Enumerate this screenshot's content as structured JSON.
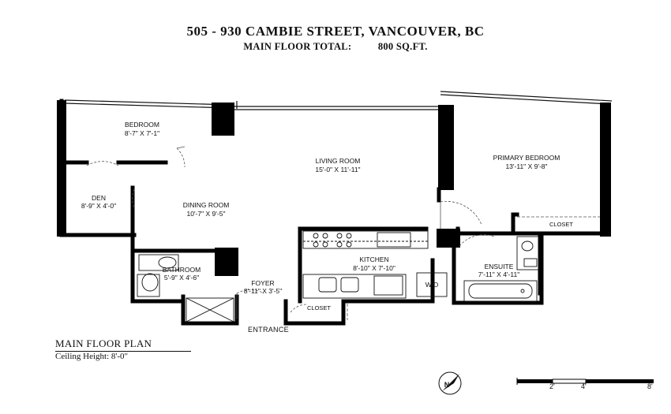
{
  "header": {
    "address": "505 - 930 CAMBIE STREET, VANCOUVER, BC",
    "total_label": "MAIN FLOOR TOTAL:",
    "total_value": "800 SQ.FT."
  },
  "rooms": {
    "bedroom": {
      "name": "BEDROOM",
      "dims": "8'-7\" X 7'-1\""
    },
    "living": {
      "name": "LIVING ROOM",
      "dims": "15'-0\" X 11'-11\""
    },
    "primary": {
      "name": "PRIMARY BEDROOM",
      "dims": "13'-11\" X 9'-8\""
    },
    "den": {
      "name": "DEN",
      "dims": "8'-9\" X 4'-0\""
    },
    "dining": {
      "name": "DINING ROOM",
      "dims": "10'-7\" X 9'-5\""
    },
    "kitchen": {
      "name": "KITCHEN",
      "dims": "8'-10\" X 7'-10\""
    },
    "bathroom": {
      "name": "BATHROOM",
      "dims": "5'-9\" X 4'-6\""
    },
    "ensuite": {
      "name": "ENSUITE",
      "dims": "7'-11\" X 4'-11\""
    },
    "foyer": {
      "name": "FOYER",
      "dims": "8'-11\" X 3'-5\""
    }
  },
  "labels": {
    "closet_primary": "CLOSET",
    "closet_foyer": "CLOSET",
    "wd": "W/D",
    "entrance": "ENTRANCE"
  },
  "legend": {
    "title": "MAIN FLOOR PLAN",
    "ceiling": "Ceiling Height: 8'-0\""
  },
  "compass": {
    "north_letter": "N"
  },
  "scale": {
    "ticks": [
      "2'",
      "4'",
      "8'"
    ]
  }
}
